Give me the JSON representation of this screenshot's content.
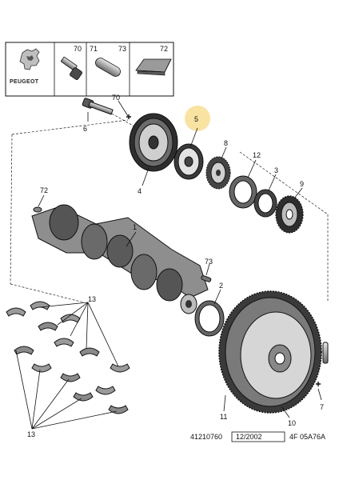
{
  "legend": {
    "brand": "PEUGEOT",
    "cells": [
      "70",
      "71",
      "73",
      "72"
    ]
  },
  "callouts": {
    "c70": "70",
    "c5": "5",
    "c6": "6",
    "c4": "4",
    "c8": "8",
    "c12": "12",
    "c3": "3",
    "c9": "9",
    "c72": "72",
    "c1": "1",
    "c73": "73",
    "c2": "2",
    "c13a": "13",
    "c13b": "13",
    "c11": "11",
    "c10": "10",
    "c7": "7"
  },
  "footer": {
    "ref": "41210760",
    "date": "12/2002",
    "code": "4F 05A76A"
  },
  "colors": {
    "highlight": "#f6d77a",
    "ink": "#111111",
    "part_dark": "#2b2b2b",
    "part_mid": "#7a7a7a",
    "part_light": "#d9d9d9"
  }
}
